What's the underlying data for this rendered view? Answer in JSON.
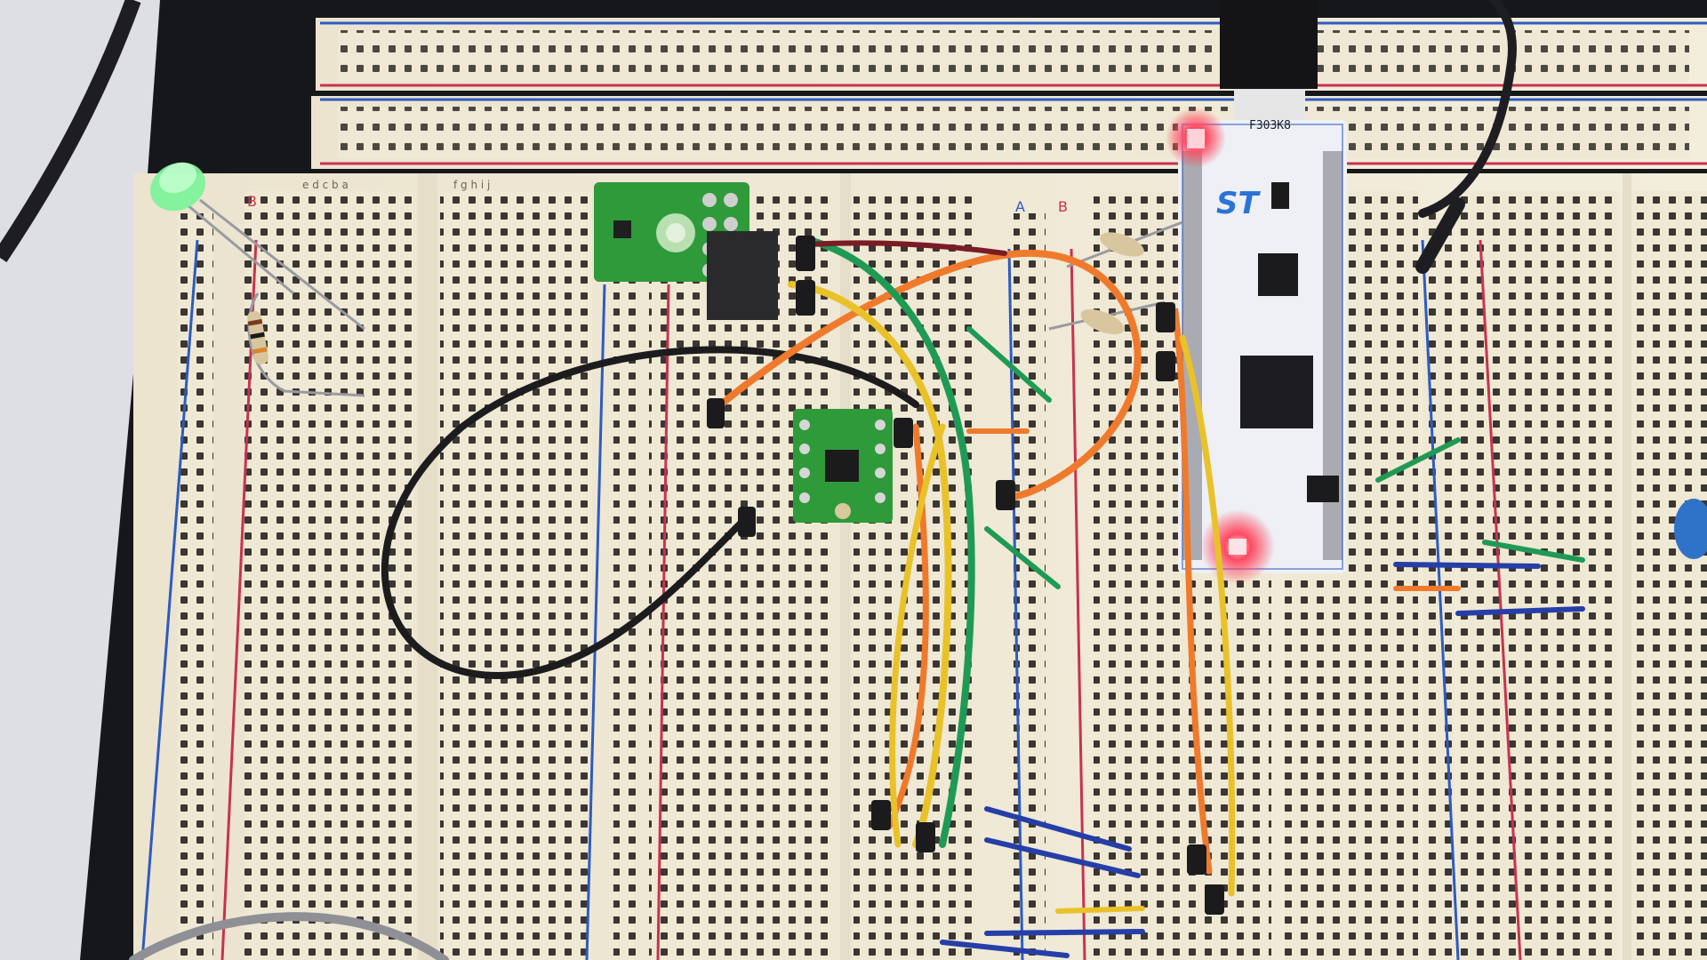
{
  "labels": {
    "mcu_marking": "F303K8",
    "brand_logo": "ST",
    "rail_a": "A",
    "rail_b": "B",
    "col_letters_left": "e d c b a",
    "col_letters_right": "f g h i j"
  },
  "colors": {
    "table": "#dedfe3",
    "mat": "#16171a",
    "breadboard": "#efe8d4",
    "hole": "#3a3631",
    "rail_red": "#c8324f",
    "rail_blue": "#2d5bc0",
    "pcb_green": "#2f9a3a",
    "mcu_board": "#eef0f6",
    "wire_orange": "#f07a2c",
    "wire_yellow": "#e9c22a",
    "wire_green": "#1f9a55",
    "wire_black": "#1c1c1e",
    "wire_blue": "#263ea8",
    "led_red": "#ff3b4d"
  }
}
